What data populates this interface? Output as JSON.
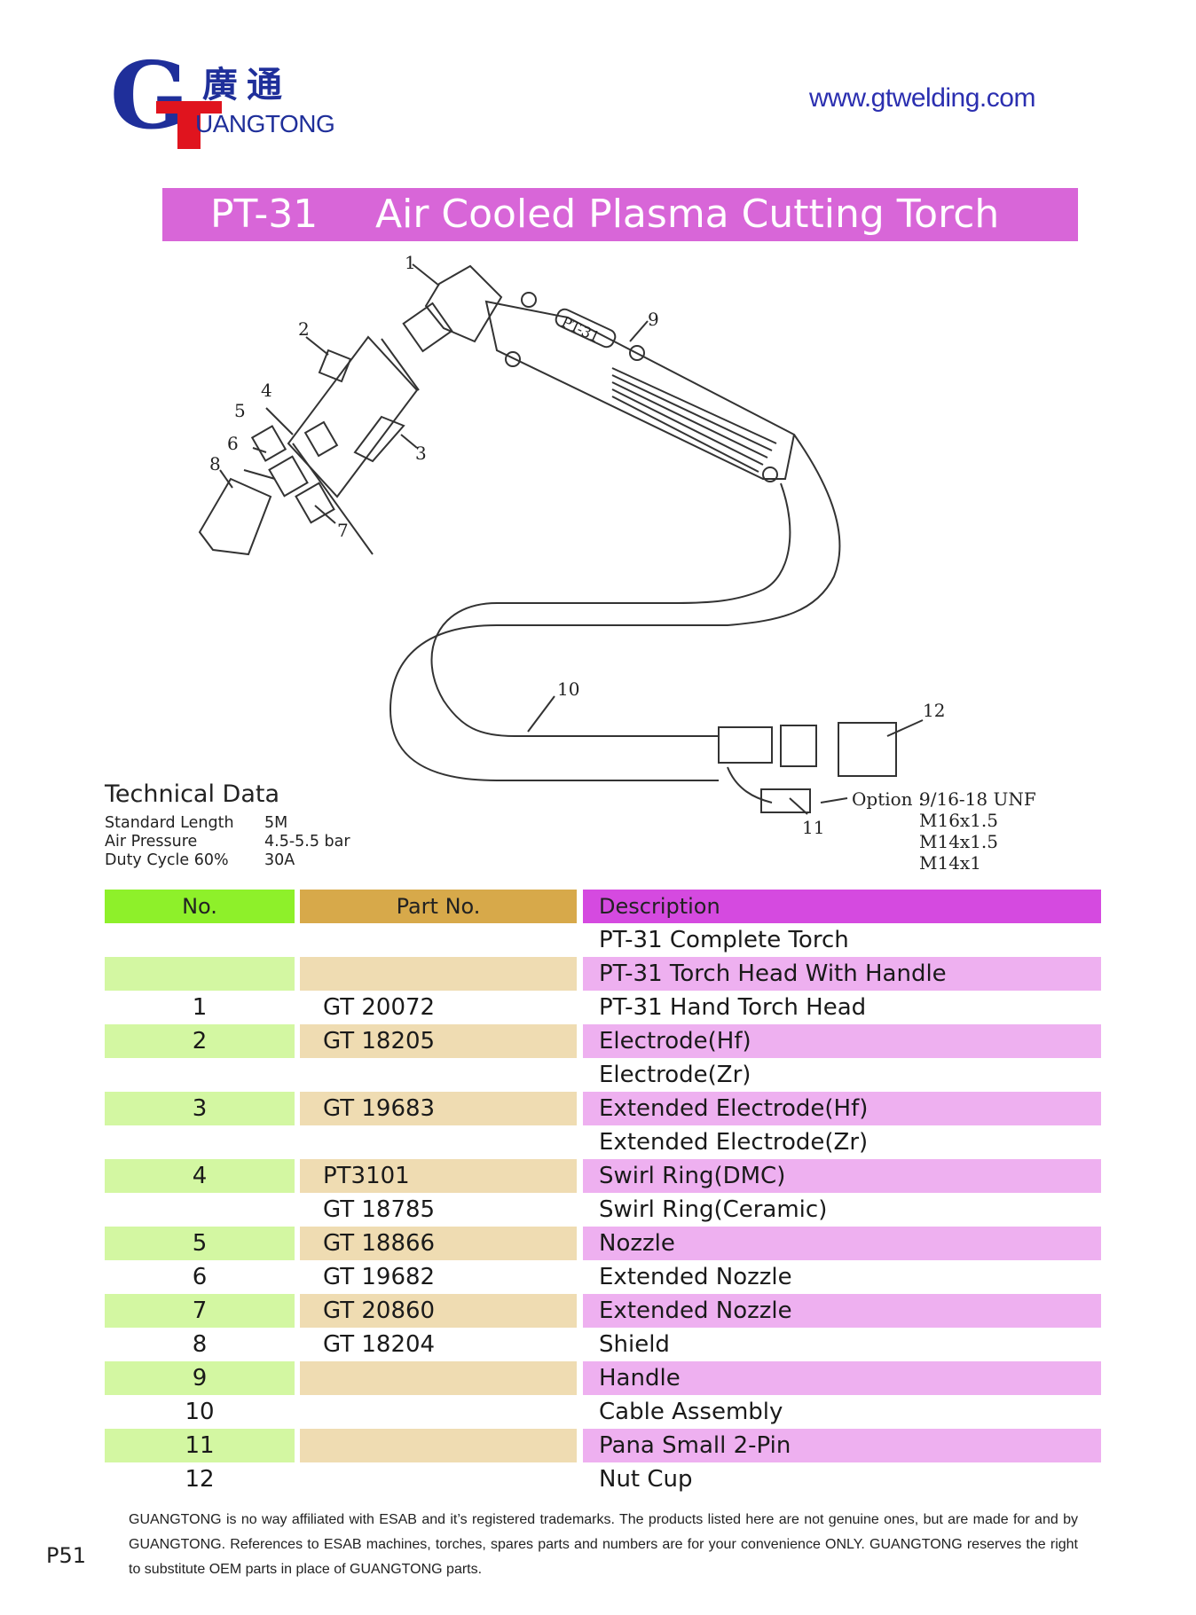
{
  "header": {
    "logo_letter": "G",
    "logo_chinese": "廣通",
    "logo_english": "UANGTONG",
    "website": "www.gtwelding.com"
  },
  "title": {
    "model": "PT-31",
    "name": "Air Cooled Plasma Cutting Torch"
  },
  "diagram": {
    "callouts": [
      "1",
      "2",
      "3",
      "4",
      "5",
      "6",
      "7",
      "8",
      "9",
      "10",
      "11",
      "12"
    ],
    "handle_text": "PT-31",
    "option_label": "Option :",
    "option_threads": [
      "9/16-18 UNF",
      "M16x1.5",
      "M14x1.5",
      "M14x1"
    ]
  },
  "technical": {
    "title": "Technical Data",
    "rows": [
      {
        "label": "Standard Length",
        "value": "5M"
      },
      {
        "label": "Air Pressure",
        "value": "4.5-5.5 bar"
      },
      {
        "label": "Duty Cycle 60%",
        "value": "30A"
      }
    ]
  },
  "table": {
    "headers": {
      "no": "No.",
      "part": "Part No.",
      "desc": "Description"
    },
    "rows": [
      {
        "no": "",
        "part": "",
        "desc": "PT-31 Complete Torch"
      },
      {
        "no": "",
        "part": "",
        "desc": "PT-31 Torch Head With Handle"
      },
      {
        "no": "1",
        "part": "GT 20072",
        "desc": "PT-31 Hand Torch Head"
      },
      {
        "no": "2",
        "part": "GT 18205",
        "desc": "Electrode(Hf)"
      },
      {
        "no": "",
        "part": "",
        "desc": "Electrode(Zr)"
      },
      {
        "no": "3",
        "part": "GT 19683",
        "desc": "Extended Electrode(Hf)"
      },
      {
        "no": "",
        "part": "",
        "desc": "Extended Electrode(Zr)"
      },
      {
        "no": "4",
        "part": "PT3101",
        "desc": "Swirl Ring(DMC)"
      },
      {
        "no": "",
        "part": "GT 18785",
        "desc": "Swirl Ring(Ceramic)"
      },
      {
        "no": "5",
        "part": "GT 18866",
        "desc": "Nozzle"
      },
      {
        "no": "6",
        "part": "GT 19682",
        "desc": "Extended Nozzle"
      },
      {
        "no": "7",
        "part": "GT 20860",
        "desc": "Extended Nozzle"
      },
      {
        "no": "8",
        "part": "GT 18204",
        "desc": "Shield"
      },
      {
        "no": "9",
        "part": "",
        "desc": "Handle"
      },
      {
        "no": "10",
        "part": "",
        "desc": "Cable Assembly"
      },
      {
        "no": "11",
        "part": "",
        "desc": "Pana Small 2-Pin"
      },
      {
        "no": "12",
        "part": "",
        "desc": "Nut Cup"
      }
    ]
  },
  "footer": {
    "disclaimer": "GUANGTONG is no way affiliated with ESAB and it’s registered trademarks. The products listed here are not genuine ones, but are made for and by GUANGTONG. References to ESAB machines, torches, spares parts and numbers are for your convenience ONLY. GUANGTONG reserves the right to substitute OEM parts in place of GUANGTONG parts.",
    "page": "P51"
  }
}
